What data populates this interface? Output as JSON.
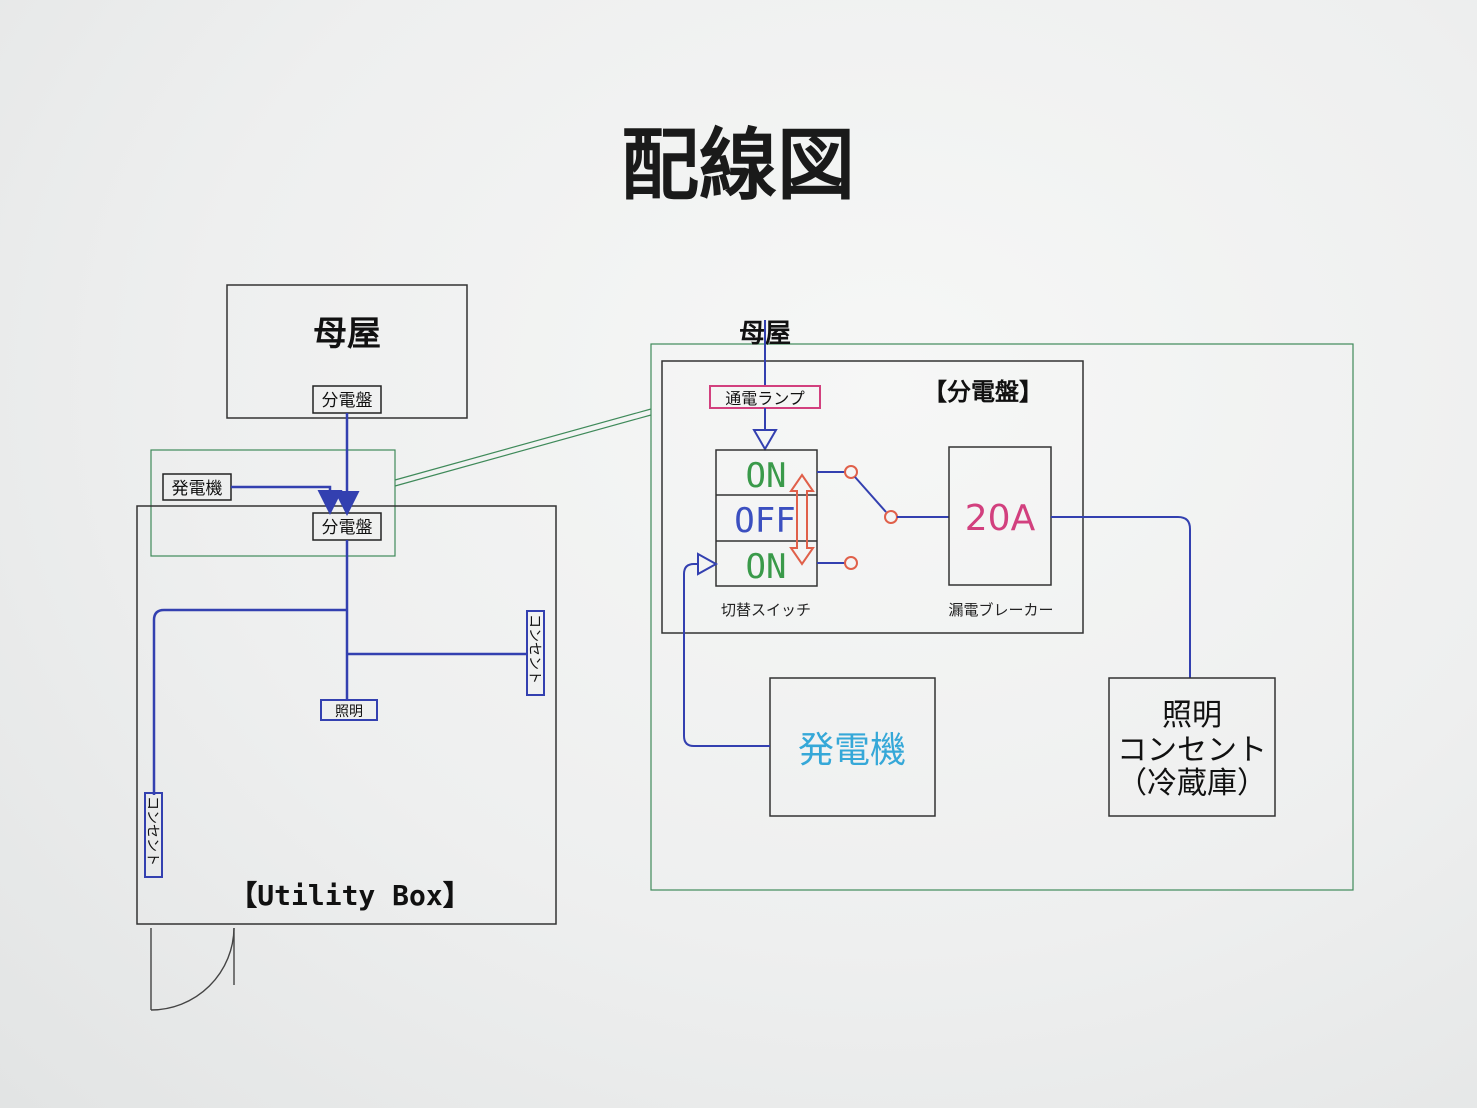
{
  "title": "配線図",
  "left": {
    "main_house": "母屋",
    "main_panel": "分電盤",
    "generator": "発電機",
    "sub_panel": "分電盤",
    "outlet_right": "コンセント",
    "light": "照明",
    "outlet_left": "コンセント",
    "box_label": "【Utility Box】"
  },
  "right": {
    "main_house": "母屋",
    "panel_title": "【分電盤】",
    "power_lamp": "通電ランプ",
    "switch_on_top": "ON",
    "switch_off": "OFF",
    "switch_on_bottom": "ON",
    "switch_caption": "切替スイッチ",
    "breaker_rating": "20A",
    "breaker_caption": "漏電ブレーカー",
    "generator": "発電機",
    "load_lines": [
      "照明",
      "コンセント",
      "（冷蔵庫）"
    ]
  },
  "colors": {
    "wire": "#3340b0",
    "green_frame": "#3f8a5a",
    "on": "#3a9a4a",
    "off": "#3b4fc0",
    "red": "#e0604a",
    "magenta": "#d2407e",
    "cyan": "#35a8d8"
  }
}
